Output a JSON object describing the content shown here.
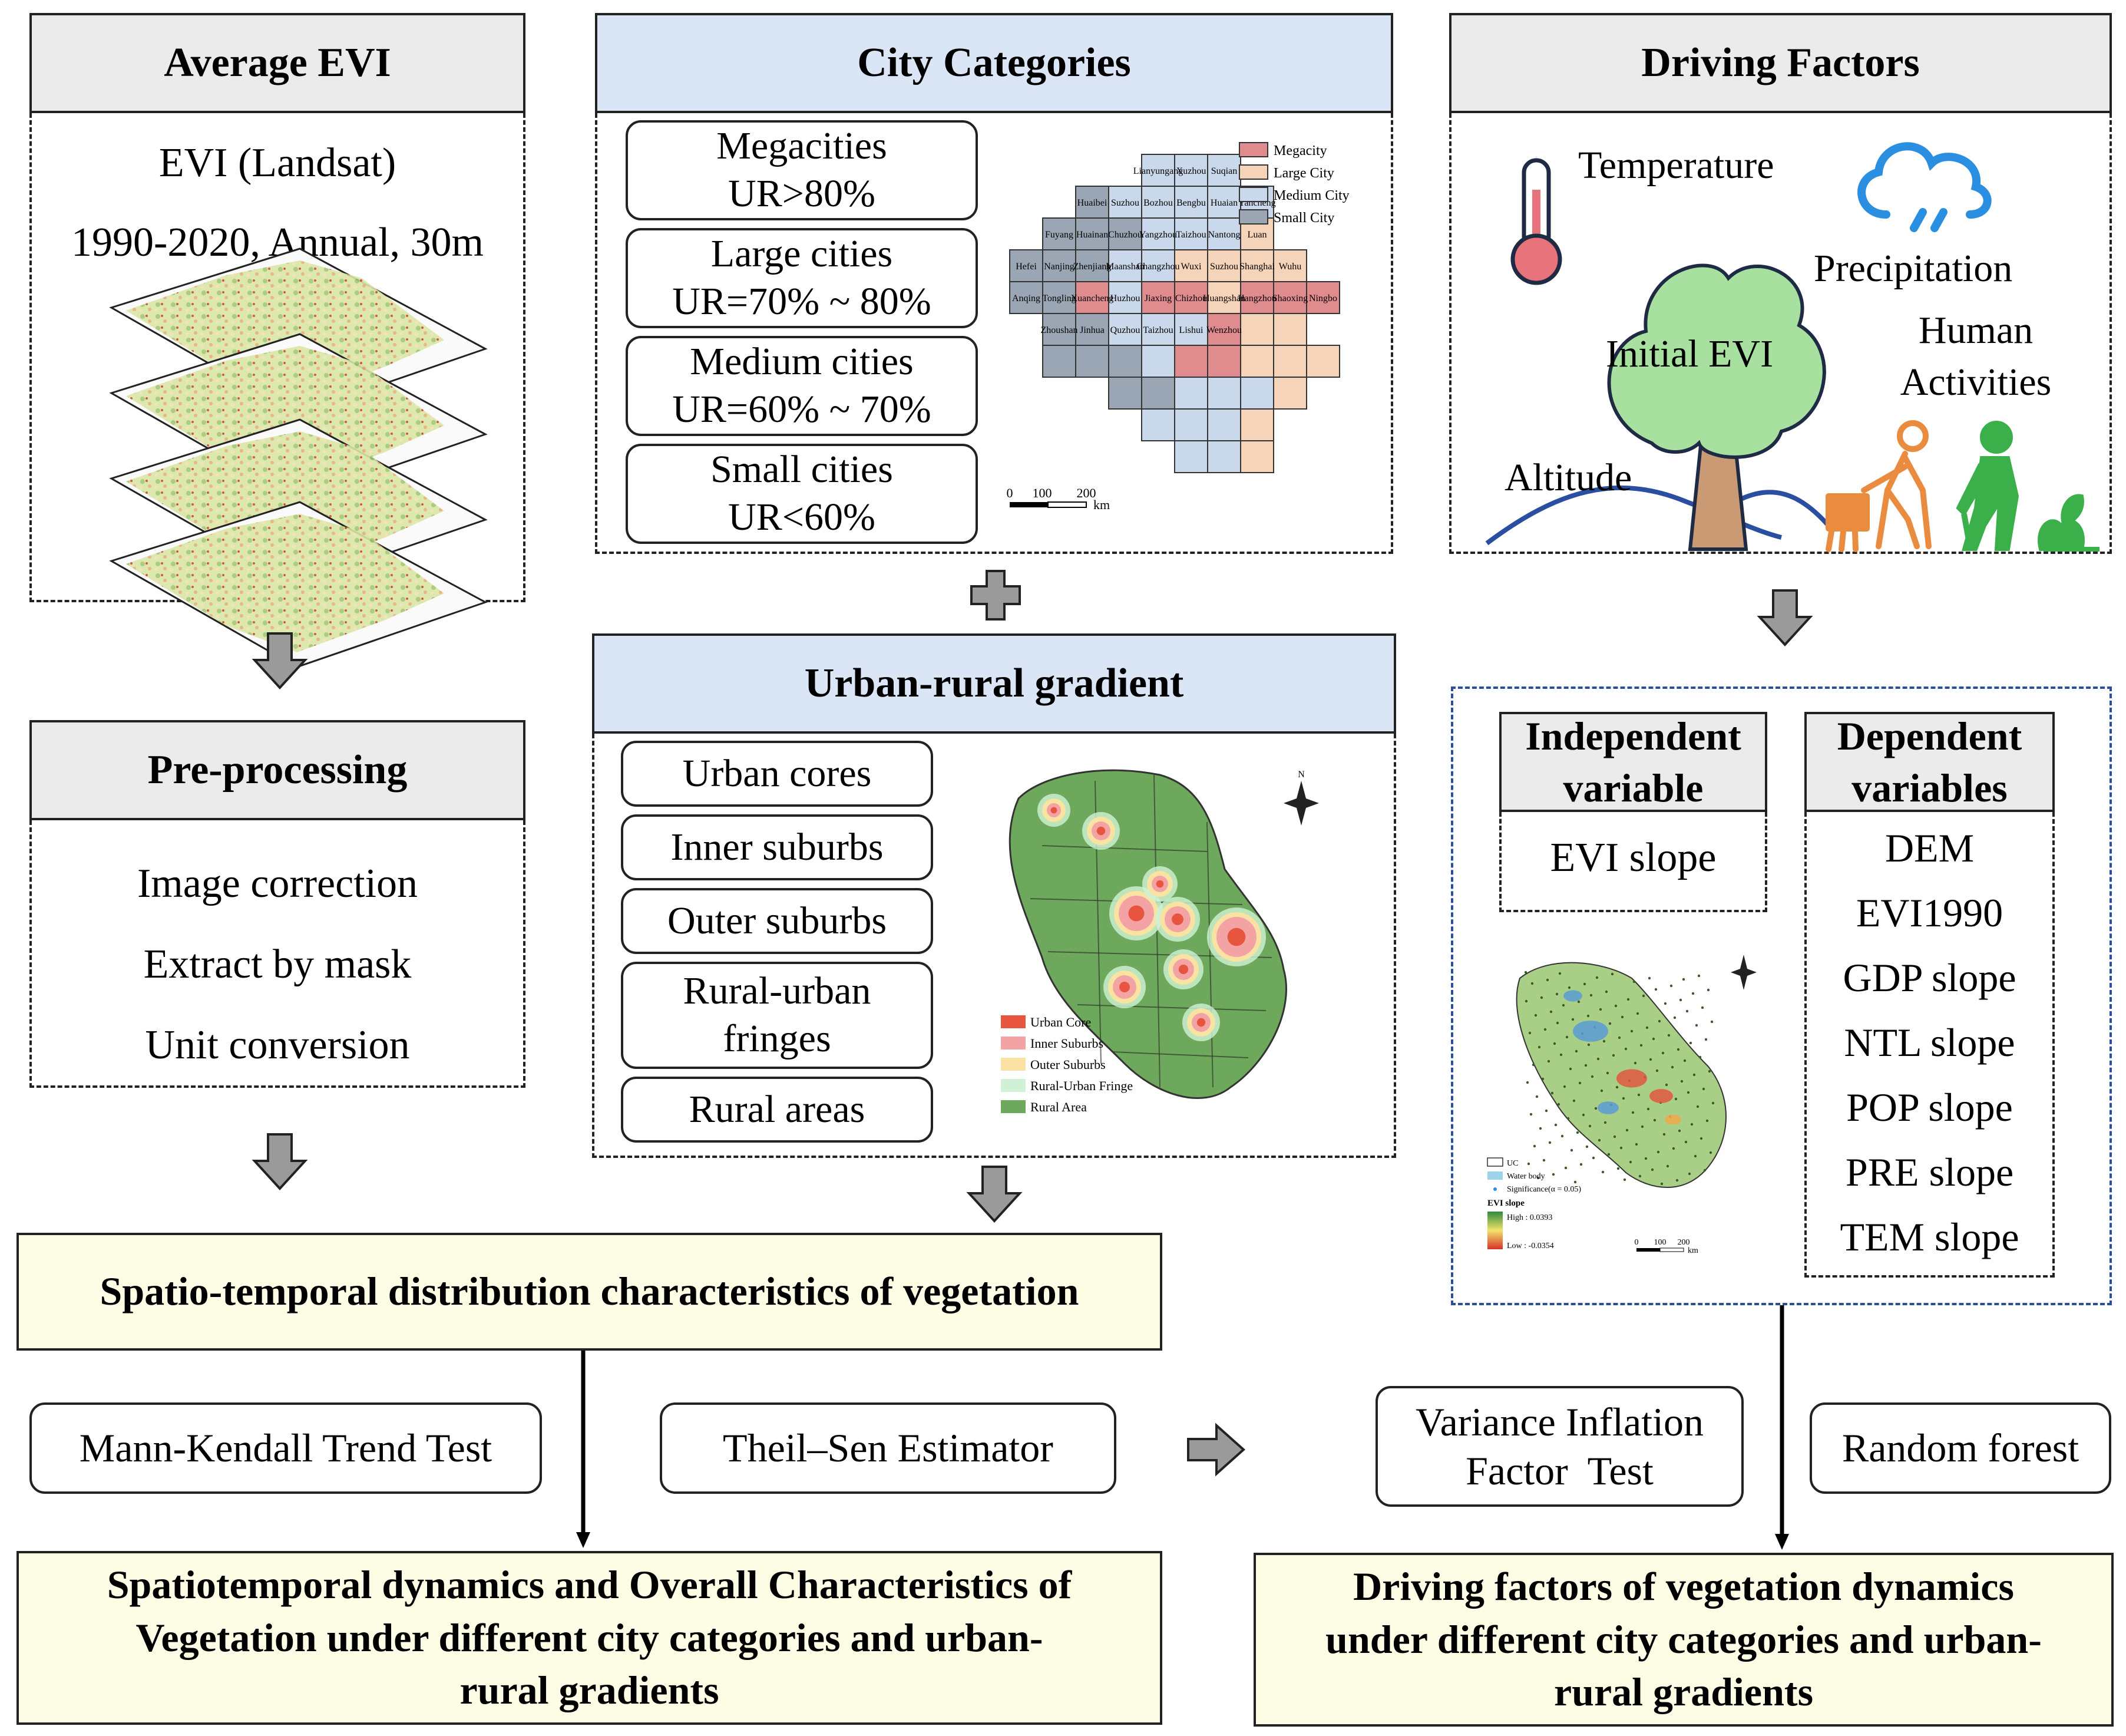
{
  "average_evi": {
    "title": "Average EVI",
    "lines": [
      "EVI (Landsat)",
      "1990-2020, Annual, 30m"
    ]
  },
  "preprocessing": {
    "title": "Pre-processing",
    "steps": [
      "Image correction",
      "Extract by mask",
      "Unit conversion"
    ]
  },
  "city_categories": {
    "title": "City Categories",
    "items": [
      {
        "name": "Megacities",
        "rule": "UR>80%"
      },
      {
        "name": "Large cities",
        "rule": "UR=70% ~ 80%"
      },
      {
        "name": "Medium cities",
        "rule": "UR=60% ~ 70%"
      },
      {
        "name": "Small cities",
        "rule": "UR<60%"
      }
    ],
    "map_legend": [
      {
        "label": "Megacity",
        "color": "#e08b8e"
      },
      {
        "label": "Large City",
        "color": "#f6d4ba"
      },
      {
        "label": "Medium City",
        "color": "#c9d8ea"
      },
      {
        "label": "Small City",
        "color": "#9aa6b4"
      }
    ],
    "cities": [
      "Lianyungang",
      "Xuzhou",
      "Suqian",
      "Huaibei",
      "Suzhou",
      "Bozhou",
      "Bengbu",
      "Huaian",
      "Yancheng",
      "Fuyang",
      "Huainan",
      "Chuzhou",
      "Yangzhou",
      "Taizhou",
      "Nantong",
      "Luan",
      "Hefei",
      "Nanjing",
      "Zhenjiang",
      "Maanshan",
      "Changzhou",
      "Wuxi",
      "Suzhou",
      "Shanghai",
      "Wuhu",
      "Anqing",
      "Tongling",
      "Xuancheng",
      "Huzhou",
      "Jiaxing",
      "Chizhou",
      "Huangshan",
      "Hangzhou",
      "Shaoxing",
      "Ningbo",
      "Zhoushan",
      "Jinhua",
      "Quzhou",
      "Taizhou",
      "Lishui",
      "Wenzhou"
    ],
    "scale": {
      "ticks": [
        "0",
        "100",
        "200"
      ],
      "unit": "km"
    }
  },
  "urban_rural": {
    "title": "Urban-rural gradient",
    "items": [
      {
        "lines": [
          "Urban cores"
        ]
      },
      {
        "lines": [
          "Inner suburbs"
        ]
      },
      {
        "lines": [
          "Outer suburbs"
        ]
      },
      {
        "lines": [
          "Rural-urban",
          "fringes"
        ]
      },
      {
        "lines": [
          "Rural areas"
        ]
      }
    ],
    "map_legend": [
      {
        "label": "Urban Core",
        "color": "#e8553f"
      },
      {
        "label": "Inner Suburbs",
        "color": "#f4a3a5"
      },
      {
        "label": "Outer Suburbs",
        "color": "#f9e2a2"
      },
      {
        "label": "Rural-Urban Fringe",
        "color": "#cff2d6"
      },
      {
        "label": "Rural Area",
        "color": "#6ea85c"
      }
    ],
    "north": "N"
  },
  "driving_factors": {
    "title": "Driving Factors",
    "labels": {
      "temperature": "Temperature",
      "precipitation": "Precipitation",
      "initial_evi": "Initial EVI",
      "human": [
        "Human",
        "Activities"
      ],
      "altitude": "Altitude"
    }
  },
  "variables": {
    "independent_title": [
      "Independent",
      "variable"
    ],
    "independent_items": [
      "EVI slope"
    ],
    "dependent_title": [
      "Dependent",
      "variables"
    ],
    "dependent_items": [
      "DEM",
      "EVI1990",
      "GDP slope",
      "NTL slope",
      "POP slope",
      "PRE slope",
      "TEM slope"
    ],
    "map_legend": {
      "uc": "UC",
      "water": "Water body",
      "significance": "Significance(α = 0.05)",
      "slope_title": "EVI slope",
      "high": "High : 0.0393",
      "low": "Low : -0.0354",
      "scale": [
        "0",
        "100",
        "200"
      ],
      "unit": "km"
    }
  },
  "spatio_temporal": {
    "title": "Spatio-temporal distribution characteristics of vegetation"
  },
  "methods": {
    "mann_kendall": "Mann-Kendall Trend Test",
    "theil_sen": "Theil–Sen Estimator",
    "vif": [
      "Variance Inflation",
      "Factor  Test"
    ],
    "random_forest": "Random forest"
  },
  "outputs": {
    "left": [
      "Spatiotemporal dynamics and Overall Characteristics of",
      "Vegetation under different city categories and urban-",
      "rural gradients"
    ],
    "right": [
      "Driving factors of vegetation dynamics",
      "under different city categories and urban-",
      "rural gradients"
    ]
  },
  "colors": {
    "header_gray": "#ebebeb",
    "header_blue": "#dae6f6",
    "result_yellow": "#fdfde5",
    "arrow_gray": "#9a9a9a",
    "human_orange": "#e98c3f",
    "human_green": "#3bb04a",
    "tree_green": "#a8e0a0",
    "trunk": "#c99a73",
    "rain_blue": "#2a8fe0",
    "river_blue": "#2a4ea0"
  }
}
